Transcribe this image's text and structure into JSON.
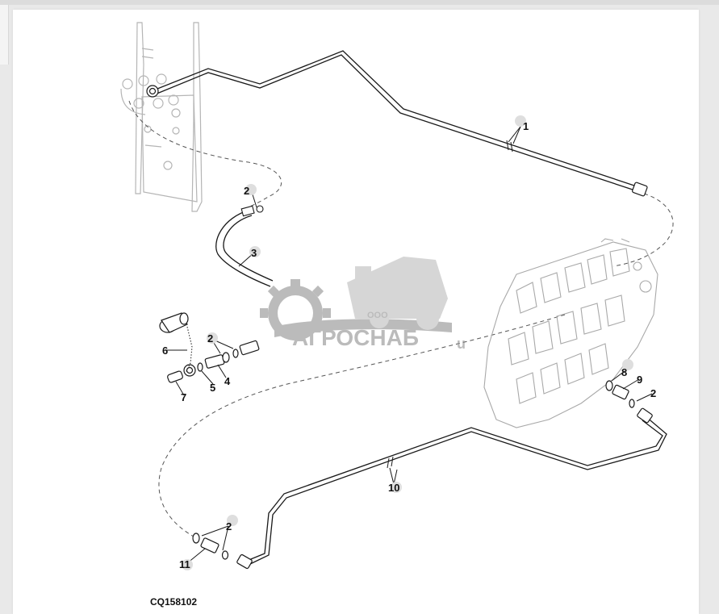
{
  "diagram": {
    "code": "CQ158102",
    "callouts": {
      "c1": "1",
      "c2a": "2",
      "c2b": "2",
      "c2c": "2",
      "c2d": "2",
      "c3": "3",
      "c4": "4",
      "c5": "5",
      "c6": "6",
      "c7": "7",
      "c8": "8",
      "c9": "9",
      "c10": "10",
      "c11": "11"
    }
  },
  "watermark": {
    "prefix": "ООО",
    "brand": "АГРОСНАБ",
    "suffix": "u"
  },
  "colors": {
    "line": "#1a1a1a",
    "ghost": "#b9b9b9",
    "watermark": "#8f8f8f"
  }
}
